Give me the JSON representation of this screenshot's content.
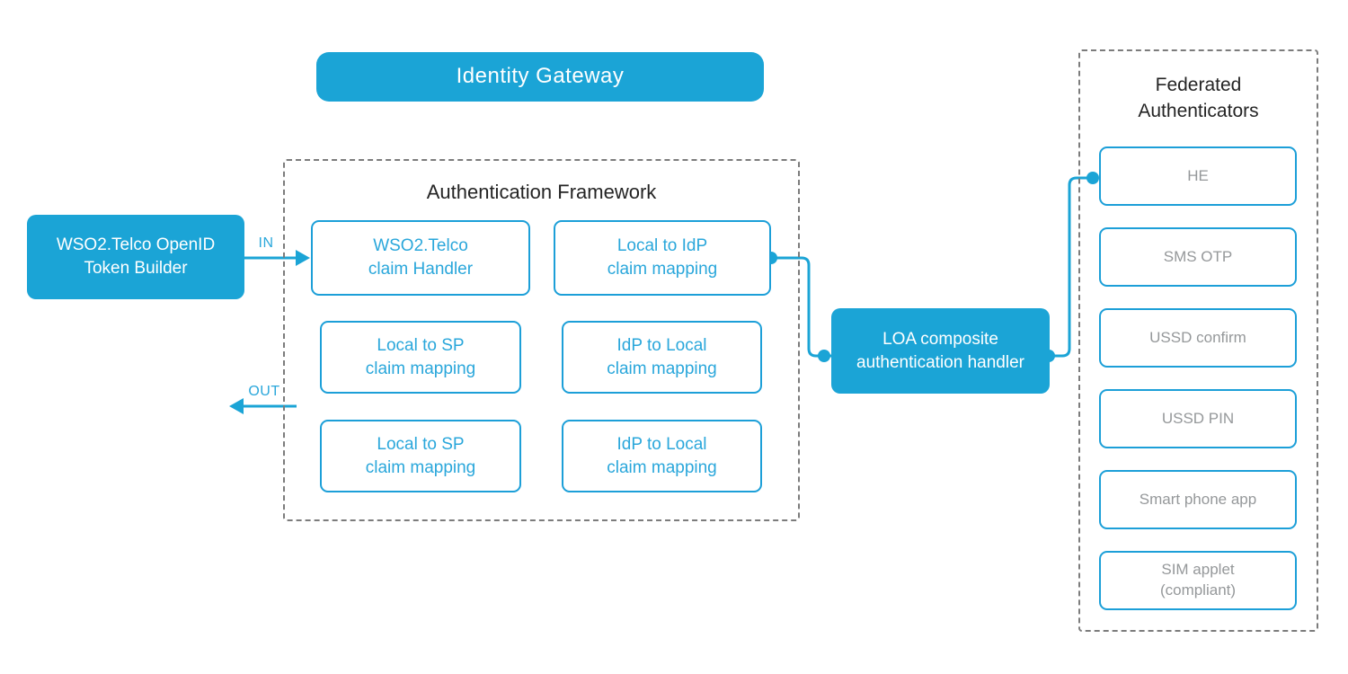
{
  "colors": {
    "blue": "#1ba4d6",
    "blue_border": "#1c9fd8",
    "blue_text": "#2aa7db",
    "gray_dash": "#7c7c7c",
    "dark_text": "#242424",
    "gray_text": "#95989a"
  },
  "header": {
    "label": "Identity Gateway"
  },
  "token_builder": {
    "label": "WSO2.Telco OpenID\nToken Builder"
  },
  "flows": {
    "in_label": "IN",
    "out_label": "OUT"
  },
  "framework": {
    "title": "Authentication Framework",
    "boxes": [
      {
        "label": "WSO2.Telco\nclaim Handler"
      },
      {
        "label": "Local to IdP\nclaim mapping"
      },
      {
        "label": "Local to SP\nclaim mapping"
      },
      {
        "label": "IdP to Local\nclaim mapping"
      },
      {
        "label": "Local to SP\nclaim mapping"
      },
      {
        "label": "IdP to Local\nclaim mapping"
      }
    ]
  },
  "loa_handler": {
    "label": "LOA composite\nauthentication handler"
  },
  "federated": {
    "title": "Federated\nAuthenticators",
    "boxes": [
      {
        "label": "HE"
      },
      {
        "label": "SMS OTP"
      },
      {
        "label": "USSD confirm"
      },
      {
        "label": "USSD PIN"
      },
      {
        "label": "Smart phone app"
      },
      {
        "label": "SIM applet\n(compliant)"
      }
    ]
  }
}
